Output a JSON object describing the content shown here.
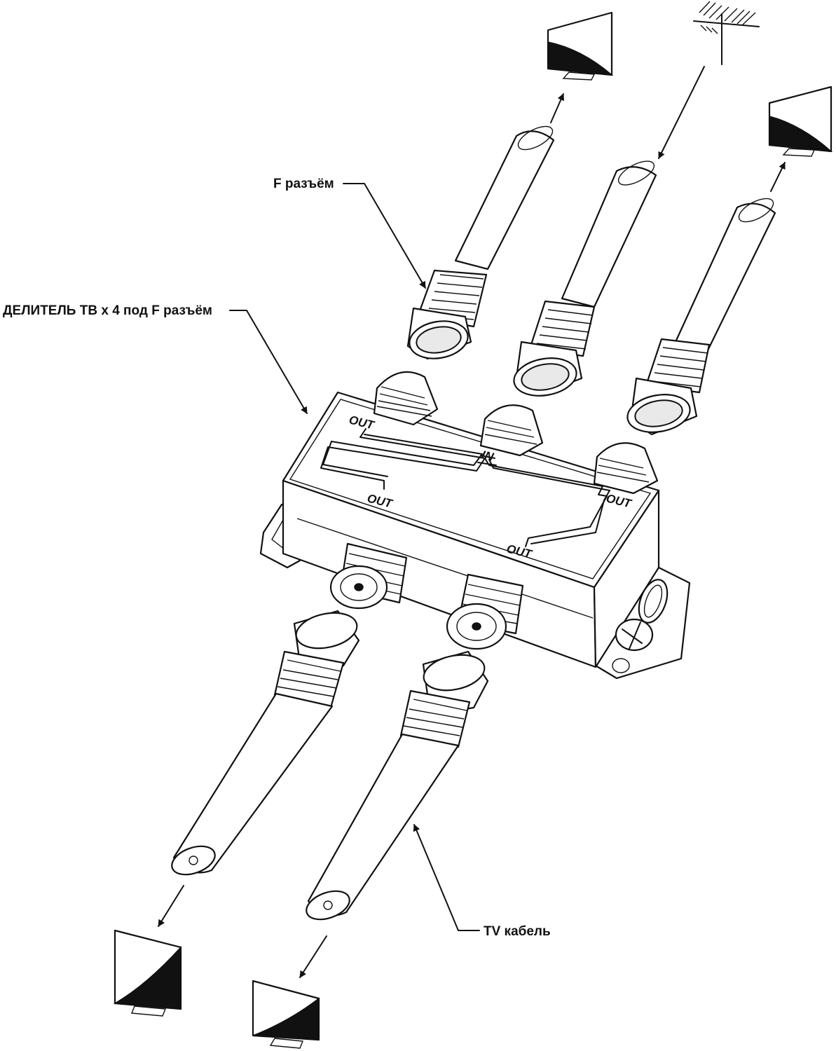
{
  "labels": {
    "f_connector": "F разъём",
    "splitter": "ДЕЛИТЕЛЬ ТВ х 4 под F разъём",
    "tv_cable": "TV кабель"
  },
  "ports": {
    "out_top_left": "OUT",
    "in": "IN",
    "out_right": "OUT",
    "out_left": "OUT",
    "out_bottom": "OUT"
  },
  "icons": {
    "tv": "tv-icon",
    "antenna": "antenna-icon",
    "arrow": "arrow-icon",
    "cable": "coax-cable-icon",
    "connector": "f-connector-icon",
    "screw": "screw-icon"
  }
}
